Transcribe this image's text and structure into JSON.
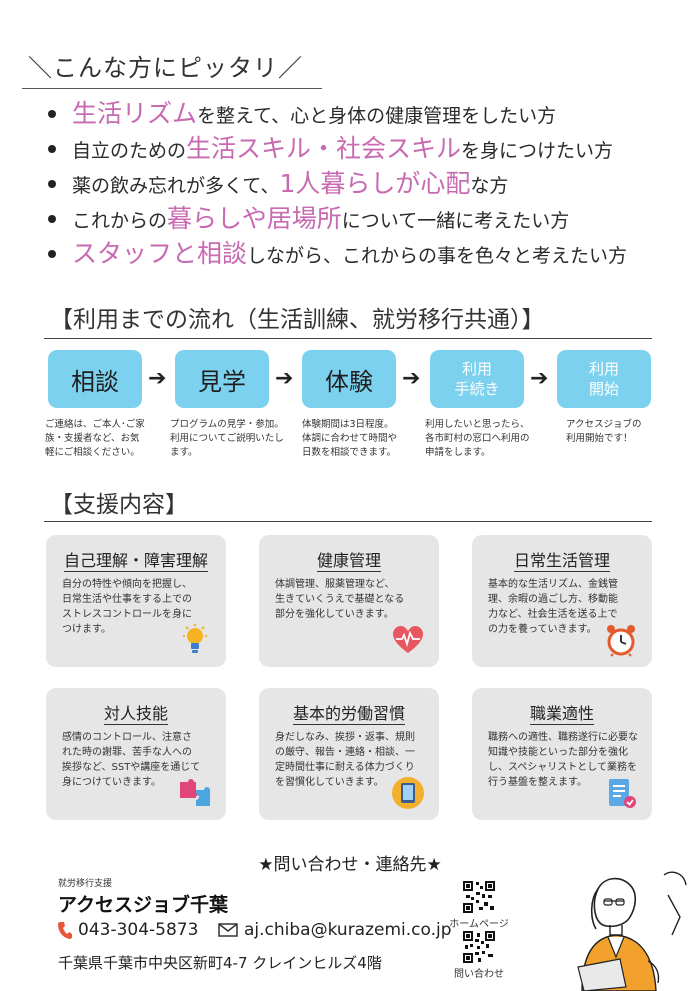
{
  "section1": {
    "title": "＼こんな方にピッタリ／",
    "items": [
      {
        "pre": "",
        "hl": "生活リズム",
        "post": "を整えて、心と身体の健康管理をしたい方"
      },
      {
        "pre": "自立のための",
        "hl": "生活スキル・社会スキル",
        "post": "を身につけたい方"
      },
      {
        "pre": "薬の飲み忘れが多くて、",
        "hl": "1人暮らしが心配",
        "post": "な方"
      },
      {
        "pre": "これからの",
        "hl": "暮らしや居場所",
        "post": "について一緒に考えたい方"
      },
      {
        "pre": "",
        "hl": "スタッフと相談",
        "post": "しながら、これからの事を色々と考えたい方"
      }
    ]
  },
  "section2": {
    "title": "【利用までの流れ（生活訓練、就労移行共通）】",
    "steps": [
      {
        "label": "相談",
        "desc1": "ご連絡は、ご本人･ご家",
        "desc2": "族・支援者など、お気",
        "desc3": "軽にご相談ください。"
      },
      {
        "label": "見学",
        "desc1": "プログラムの見学・参加。",
        "desc2": "利用についてご説明いたし",
        "desc3": "ます。"
      },
      {
        "label": "体験",
        "desc1": "体験期間は3日程度。",
        "desc2": "体調に合わせて時間や",
        "desc3": "日数を相談できます。"
      },
      {
        "label1": "利用",
        "label2": "手続き",
        "desc1": "利用したいと思ったら、",
        "desc2": "各市町村の窓口へ利用の",
        "desc3": "申請をします。"
      },
      {
        "label1": "利用",
        "label2": "開始",
        "desc1": "アクセスジョブの",
        "desc2": "利用開始です！",
        "desc3": ""
      }
    ],
    "arrow": "➔"
  },
  "section3": {
    "title": "【支援内容】",
    "cards": [
      {
        "title": "自己理解・障害理解",
        "l1": "自分の特性や傾向を把握し、",
        "l2": "日常生活や仕事をする上での",
        "l3": "ストレスコントロールを身に",
        "l4": "つけます。"
      },
      {
        "title": "健康管理",
        "l1": "体調管理、服薬管理など、",
        "l2": "生きていくうえで基礎となる",
        "l3": "部分を強化していきます。",
        "l4": ""
      },
      {
        "title": "日常生活管理",
        "l1": "基本的な生活リズム、金銭管",
        "l2": "理、余暇の過ごし方、移動能",
        "l3": "力など、社会生活を送る上で",
        "l4": "の力を養っていきます。"
      },
      {
        "title": "対人技能",
        "l1": "感情のコントロール、注意さ",
        "l2": "れた時の謝罪、苦手な人への",
        "l3": "挨拶など、SSTや講座を通じて",
        "l4": "身につけていきます。"
      },
      {
        "title": "基本的労働習慣",
        "l1": "身だしなみ、挨拶・返事、規則",
        "l2": "の厳守、報告・連絡・相談、一",
        "l3": "定時間仕事に耐える体力づくり",
        "l4": "を習慣化していきます。"
      },
      {
        "title": "職業適性",
        "l1": "職務への適性、職務遂行に必要な",
        "l2": "知識や技能といった部分を強化",
        "l3": "し、スペシャリストとして業務を",
        "l4": "行う基盤を整えます。"
      }
    ]
  },
  "contact": {
    "title": "★問い合わせ・連絡先★",
    "brand_sub": "就労移行支援",
    "brand": "アクセスジョブ千葉",
    "phone": "043-304-5873",
    "email": "aj.chiba@kurazemi.co.jp",
    "address": "千葉県千葉市中央区新町4-7 クレインヒルズ4階",
    "qr1_label": "ホームページ",
    "qr2_label": "問い合わせ"
  },
  "colors": {
    "highlight": "#c86ab1",
    "flow_box": "#7cd2ee",
    "card_bg": "#e6e6e6"
  }
}
